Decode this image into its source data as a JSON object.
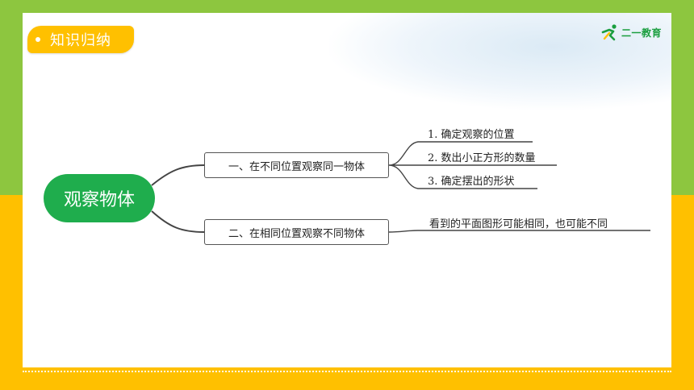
{
  "header": {
    "badge_label": "知识归纳",
    "logo_text": "二一教育"
  },
  "mindmap": {
    "root": "观察物体",
    "branches": [
      {
        "label": "一、在不同位置观察同一物体",
        "children": [
          "1. 确定观察的位置",
          "2. 数出小正方形的数量",
          "3. 确定摆出的形状"
        ]
      },
      {
        "label": "二、在相同位置观察不同物体",
        "children": [
          "看到的平面图形可能相同，也可能不同"
        ]
      }
    ]
  },
  "colors": {
    "top_band": "#8dc63f",
    "bottom_band": "#ffc000",
    "root_fill": "#1fad4d",
    "badge_fill": "#ffc000"
  }
}
